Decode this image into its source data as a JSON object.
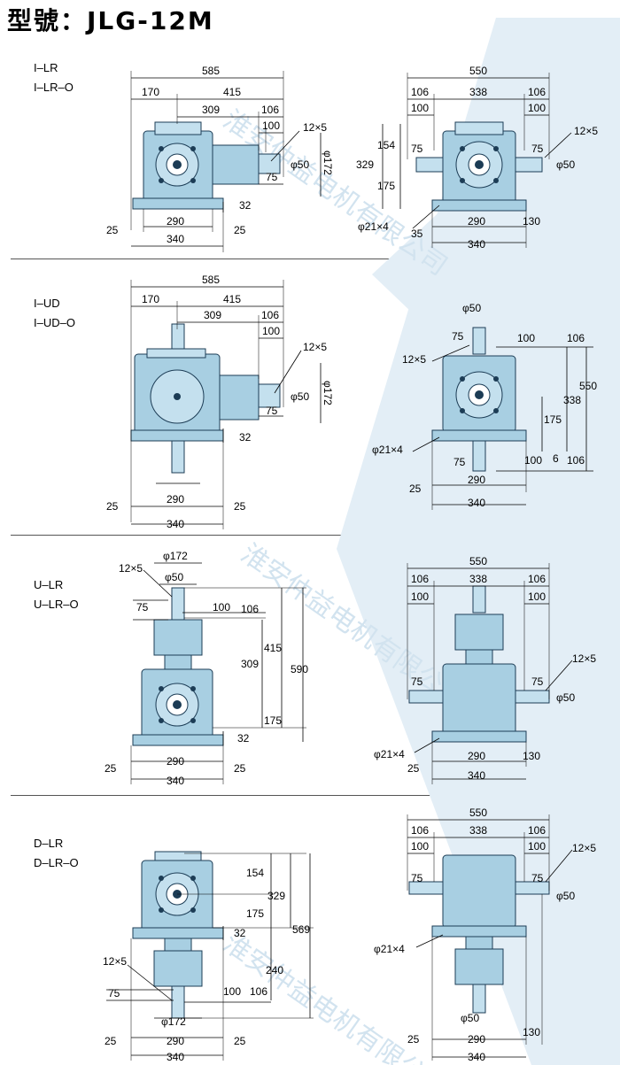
{
  "title": "型號：JLG-12M",
  "watermark": "淮安仲益电机有限公司",
  "sections": [
    {
      "labels": [
        "I–LR",
        "I–LR–O"
      ],
      "left": {
        "d585": "585",
        "d170": "170",
        "d415": "415",
        "d309": "309",
        "d106": "106",
        "d100": "100",
        "key": "12×5",
        "phi50": "φ50",
        "phi172": "φ172",
        "d75": "75",
        "d32": "32",
        "d290": "290",
        "d340": "340",
        "d25a": "25",
        "d25b": "25"
      },
      "right": {
        "d550": "550",
        "d106a": "106",
        "d338": "338",
        "d106b": "106",
        "d100a": "100",
        "d100b": "100",
        "d154": "154",
        "d329": "329",
        "d175": "175",
        "d75a": "75",
        "d75b": "75",
        "key": "12×5",
        "phi50": "φ50",
        "bolt": "φ21×4",
        "d35": "35",
        "d290": "290",
        "d130": "130",
        "d340": "340"
      }
    },
    {
      "labels": [
        "I–UD",
        "I–UD–O"
      ],
      "left": {
        "d585": "585",
        "d170": "170",
        "d415": "415",
        "d309": "309",
        "d106": "106",
        "d100": "100",
        "key": "12×5",
        "phi50": "φ50",
        "phi172": "φ172",
        "d75": "75",
        "d32": "32",
        "d290": "290",
        "d340": "340",
        "d25a": "25",
        "d25b": "25"
      },
      "right": {
        "phi50": "φ50",
        "d75": "75",
        "d100": "100",
        "d106": "106",
        "key": "12×5",
        "d550": "550",
        "d338": "338",
        "d175": "175",
        "bolt": "φ21×4",
        "d75b": "75",
        "d100b": "100",
        "d6": "6",
        "d106b": "106",
        "d25": "25",
        "d290": "290",
        "d340": "340"
      }
    },
    {
      "labels": [
        "U–LR",
        "U–LR–O"
      ],
      "left": {
        "phi172": "φ172",
        "key": "12×5",
        "phi50": "φ50",
        "d75": "75",
        "d100": "100",
        "d106": "106",
        "d415": "415",
        "d309": "309",
        "d590": "590",
        "d175": "175",
        "d32": "32",
        "d290": "290",
        "d340": "340",
        "d25a": "25",
        "d25b": "25"
      },
      "right": {
        "d550": "550",
        "d106a": "106",
        "d338": "338",
        "d106b": "106",
        "d100a": "100",
        "d100b": "100",
        "key": "12×5",
        "d75a": "75",
        "d75b": "75",
        "phi50": "φ50",
        "bolt": "φ21×4",
        "d25": "25",
        "d290": "290",
        "d130": "130",
        "d340": "340"
      }
    },
    {
      "labels": [
        "D–LR",
        "D–LR–O"
      ],
      "left": {
        "d154": "154",
        "d329": "329",
        "d175": "175",
        "d569": "569",
        "d32": "32",
        "d240": "240",
        "key": "12×5",
        "d75": "75",
        "d100": "100",
        "d106": "106",
        "phi172": "φ172",
        "d290": "290",
        "d340": "340",
        "d25a": "25",
        "d25b": "25"
      },
      "right": {
        "d550": "550",
        "d106a": "106",
        "d338": "338",
        "d106b": "106",
        "d100a": "100",
        "d100b": "100",
        "key": "12×5",
        "d75a": "75",
        "d75b": "75",
        "phi50": "φ50",
        "bolt": "φ21×4",
        "phi50b": "φ50",
        "d25": "25",
        "d290": "290",
        "d130": "130",
        "d340": "340"
      }
    }
  ]
}
